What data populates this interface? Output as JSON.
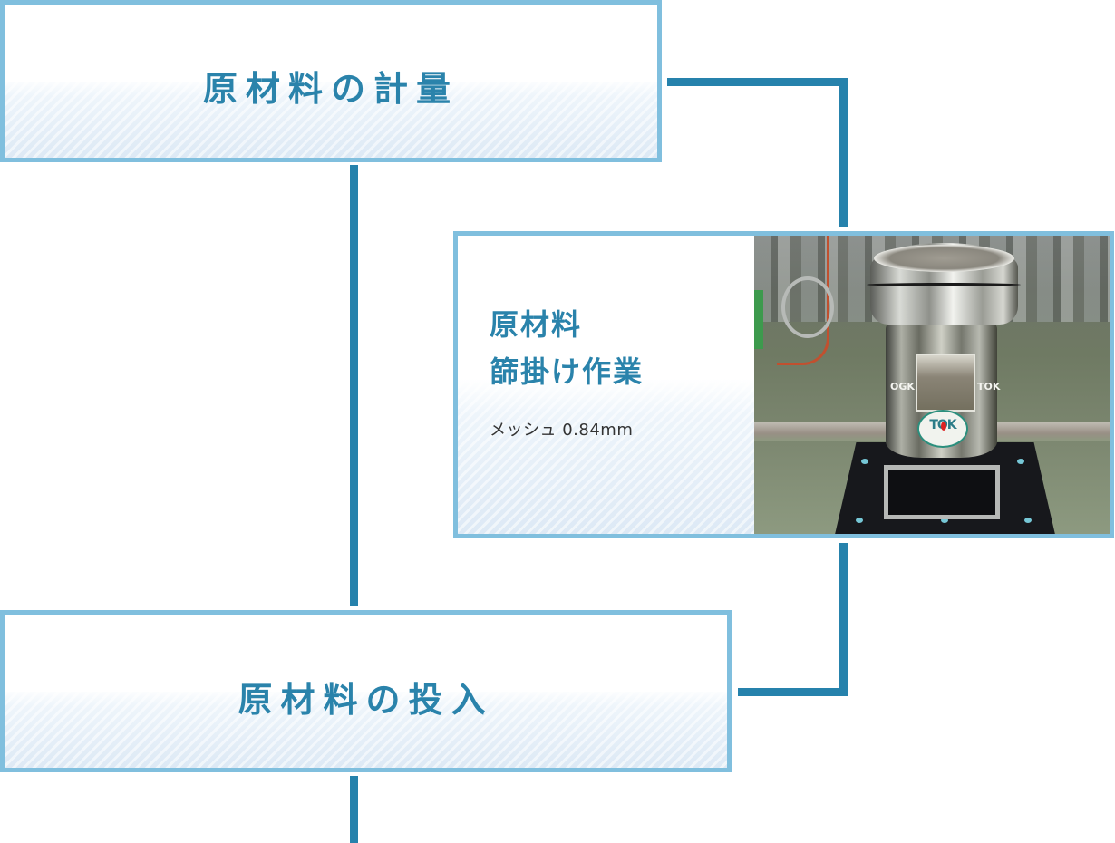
{
  "steps": [
    {
      "id": "weighing",
      "title": "原材料の計量"
    },
    {
      "id": "sieving",
      "title_line1": "原材料",
      "title_line2": "篩掛け作業",
      "note": "メッシュ 0.84mm",
      "photo": {
        "subject": "stainless vibrating sieve machine",
        "logo_text": "TOK",
        "side_label_left": "OGK",
        "side_label_right": "TOK"
      }
    },
    {
      "id": "loading",
      "title": "原材料の投入"
    }
  ],
  "colors": {
    "card_border": "#80bfde",
    "title_text": "#2a83ab",
    "connector": "#2682ac",
    "note_text": "#333333"
  }
}
